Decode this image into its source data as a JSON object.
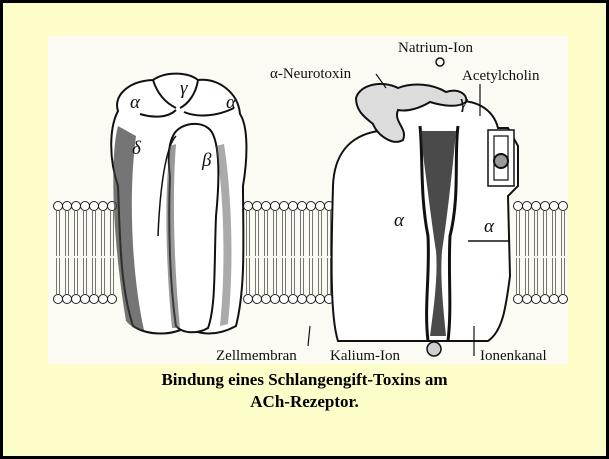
{
  "figure": {
    "protein_left": {
      "subunits": [
        "α",
        "γ",
        "α",
        "δ",
        "β"
      ]
    },
    "protein_right": {
      "subunits": [
        "γ",
        "α",
        "α"
      ]
    },
    "labels": {
      "natrium": "Natrium-Ion",
      "neurotoxin": "α-Neurotoxin",
      "acetylcholin": "Acetylcholin",
      "zellmembran": "Zellmembran",
      "kalium": "Kalium-Ion",
      "ionenkanal": "Ionenkanal"
    }
  },
  "caption": {
    "line1": "Bindung eines Schlangengift-Toxins am",
    "line2": "ACh-Rezeptor."
  }
}
